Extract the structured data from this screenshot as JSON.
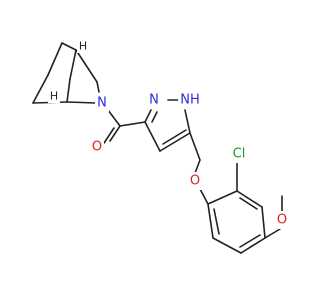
{
  "molecule": {
    "atoms": {
      "n_bicycle": {
        "text": "N",
        "color": "#2b2bd9"
      },
      "o_carbonyl": {
        "text": "O",
        "color": "#e02020"
      },
      "n_pyrazole": {
        "text": "N",
        "color": "#2b2bd9"
      },
      "nh_pyrazole": {
        "text": "NH",
        "color": "#2b2bd9"
      },
      "o_ether": {
        "text": "O",
        "color": "#e02020"
      },
      "cl": {
        "text": "Cl",
        "color": "#1a9a1a"
      },
      "o_methoxy": {
        "text": "O",
        "color": "#e02020"
      }
    },
    "stereo_h": {
      "h_top": {
        "text": "H",
        "color": "#222222"
      },
      "h_bottom": {
        "text": "H",
        "color": "#222222"
      }
    }
  }
}
